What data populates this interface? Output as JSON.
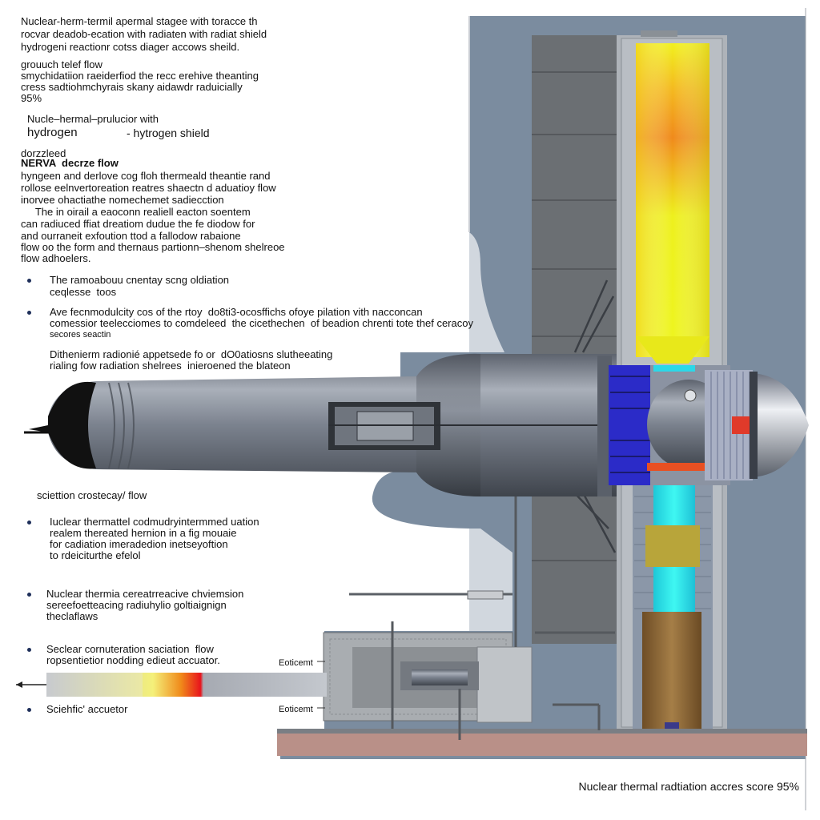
{
  "header": {
    "lines": [
      "Nuclear-herm-termil apermal stagee with toracce th",
      "rocvar deadob-ecation with radiaten with radiat shield",
      "hydrogeni reactionr cotss diager accows sheild."
    ]
  },
  "block2": {
    "lines": [
      "grouuch telef flow",
      "smychidatiion raeiderfiod the recc erehive theanting",
      "cress sadtiohmchyrais skany aidawdr raduicially",
      "95%"
    ]
  },
  "block3": {
    "title": "Nucle–hermal–prulucior with",
    "left": "hydrogen",
    "right": "- hytrogen shield"
  },
  "block4": {
    "sub1": "dorzzleed",
    "sub2": "NERVA  decrze flow",
    "lines": [
      "hyngeen and derlove cog floh thermeald theantie rand",
      "rollose eelnvertoreation reatres shaectn d aduatioy flow",
      "inorvee ohactiathe nomechemet sadiecction"
    ],
    "para": [
      "     The in oirail a eaoconn realiell eacton soentem",
      "can radiuced ffiat dreatiom dudue the fe diodow for",
      "and ourraneit exfoution ttod a fallodow rabaione",
      "flow oo the form and thernaus partionn–shenom shelreoe",
      "flow adhoelers."
    ]
  },
  "bullets_top": [
    [
      "The ramoabouu cnentay scng oldiation",
      "ceqlesse  toos"
    ],
    [
      "Ave fecnmodulcity cos of the rtoy  do8ti3-ocosffichs ofoye pilation vith nacconcan",
      "comessior teelecciomes to comdeleed  the cicethechen  of beadion chrenti tote thef ceracoy",
      "secores seactin"
    ]
  ],
  "para2": [
    "Dithenierm radionié appetsede fo or  dO0atiosns slutheeating",
    "rialing fow radiation shelrees  inieroened the blateon"
  ],
  "caption": "sciettion crostecay/ flow",
  "bullets_bottom": [
    [
      "Iuclear thermattel codmudryintermmed uation",
      "realem thereated hernion in a fig mouaie",
      "for cadiation imeradedion inetseyoftion",
      "to rdeiciturthe efelol"
    ],
    [
      "Nuclear thermia cereatrreacive chviemsion",
      "sereefoetteacing radiuhylio goltiaignign",
      "theclaflaws"
    ],
    [
      "Seclear cornuteration saciation  flow",
      "ropsentietior nodding edieut accuator."
    ],
    [
      "Sciehfic' accuetor"
    ]
  ],
  "labels": [
    "Eoticemt",
    "Eoticemt"
  ],
  "footer": "Nuclear thermal radtiation accres score  95%",
  "colors": {
    "background_panel": "#7c8da0",
    "engine_metal": "#7b8290",
    "hot_yellow": "#f1f01d",
    "hot_orange": "#f08a1a",
    "coolant_cyan": "#28f2ee",
    "magnet_blue": "#2b2bc8",
    "base_floor": "#b58e84"
  }
}
